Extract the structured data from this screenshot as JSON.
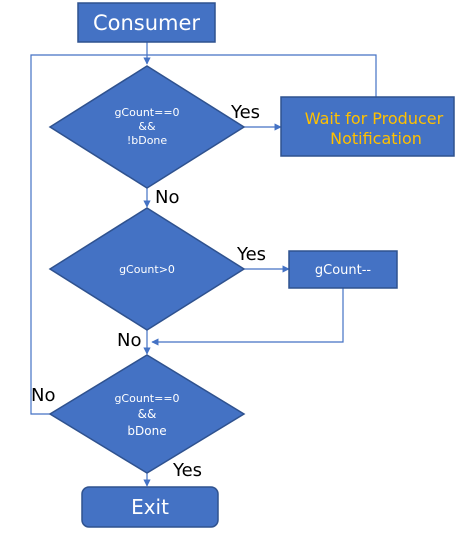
{
  "nodes": {
    "consumer": {
      "label": "Consumer"
    },
    "decision1": {
      "lines": [
        "gCount==0",
        "&&",
        "!bDone"
      ]
    },
    "wait": {
      "lines": [
        "Wait for Producer",
        "Notification"
      ]
    },
    "decision2": {
      "lines": [
        "gCount>0"
      ]
    },
    "decrement": {
      "label": "gCount--"
    },
    "decision3": {
      "lines": [
        "gCount==0",
        "&&",
        "bDone"
      ]
    },
    "exit": {
      "label": "Exit"
    }
  },
  "edge_labels": {
    "d1_yes": "Yes",
    "d1_no": "No",
    "d2_yes": "Yes",
    "d2_no": "No",
    "d3_no": "No",
    "d3_yes": "Yes"
  },
  "colors": {
    "shape_fill": "#4472C4",
    "shape_stroke": "#2F528F",
    "connector": "#4472C4",
    "wait_text": "#FFC000",
    "white_text": "#FFFFFF"
  }
}
